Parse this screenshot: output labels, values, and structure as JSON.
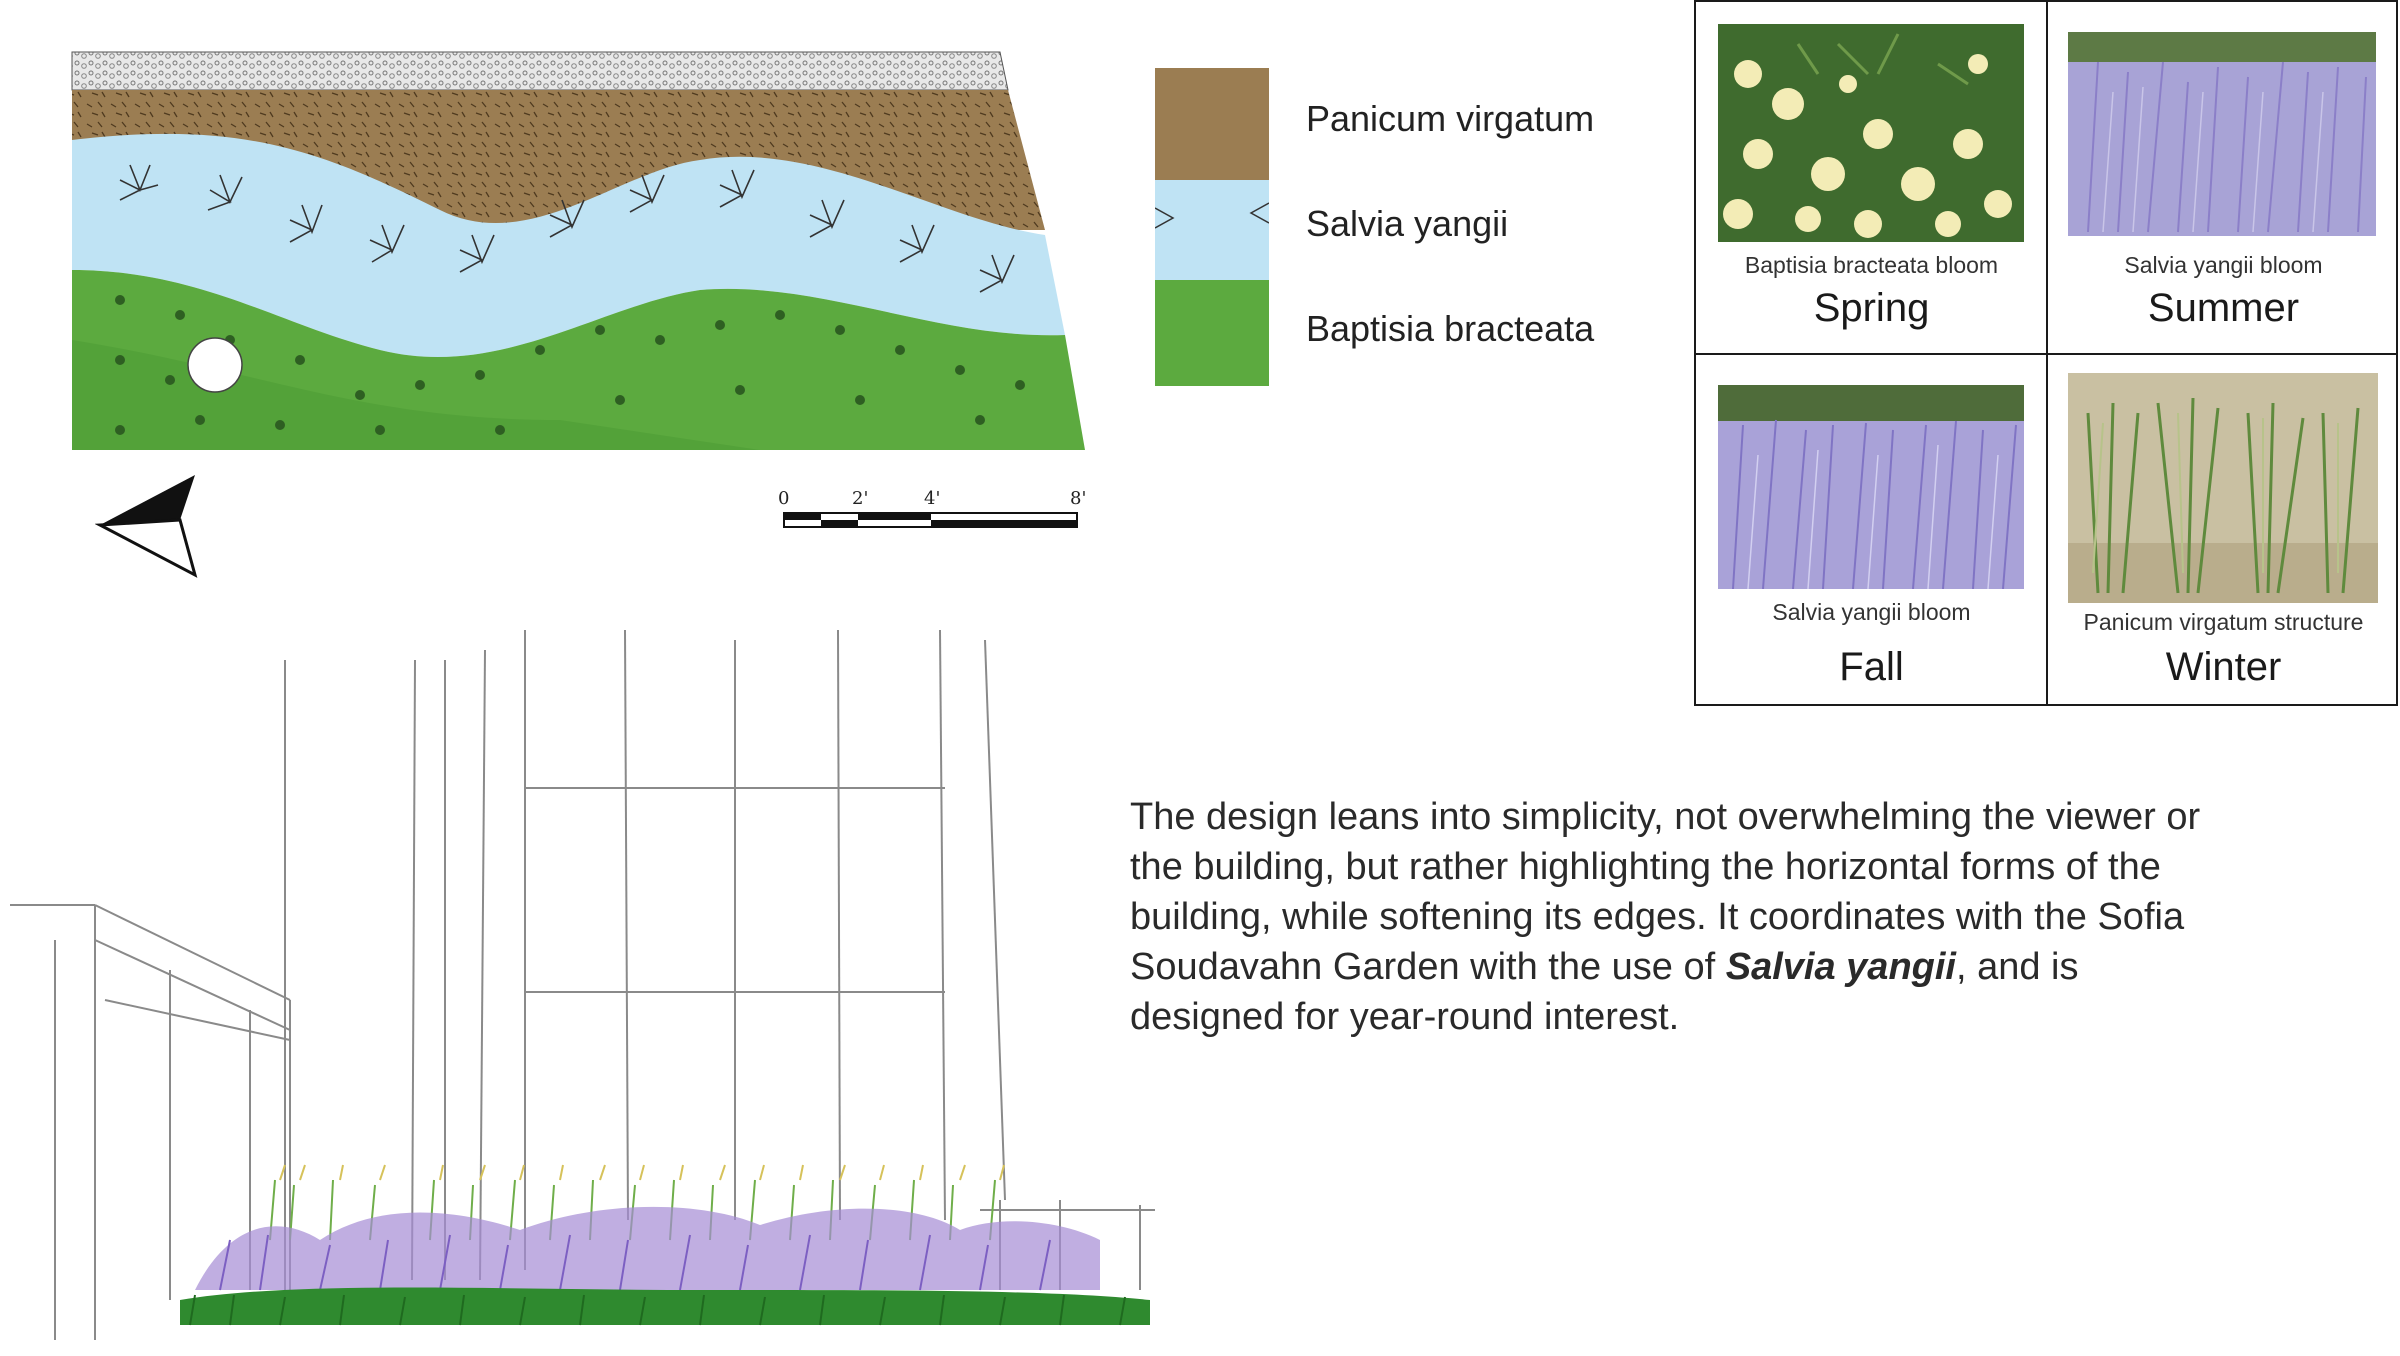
{
  "legend": {
    "items": [
      {
        "label": "Panicum virgatum",
        "color": "#9a7b4f"
      },
      {
        "label": "Salvia yangii",
        "color": "#bfe3f4"
      },
      {
        "label": "Baptisia bracteata",
        "color": "#5aa83f"
      }
    ]
  },
  "scale_bar": {
    "labels": [
      "0",
      "2'",
      "4'",
      "8'"
    ]
  },
  "north_arrow": {
    "icon": "north-arrow-icon"
  },
  "seasons": [
    {
      "caption": "Baptisia bracteata bloom",
      "season": "Spring"
    },
    {
      "caption": "Salvia yangii bloom",
      "season": "Summer"
    },
    {
      "caption": "Salvia yangii bloom",
      "season": "Fall"
    },
    {
      "caption": "Panicum virgatum structure",
      "season": "Winter"
    }
  ],
  "description": {
    "before": "The design leans into simplicity, not overwhelming the viewer or the building, but rather highlighting the horizontal forms of the building, while softening its edges. It coordinates with the Sofia Soudavahn Garden with the use of ",
    "emphasis": "Salvia yangii",
    "after": ", and is designed for year-round interest."
  }
}
